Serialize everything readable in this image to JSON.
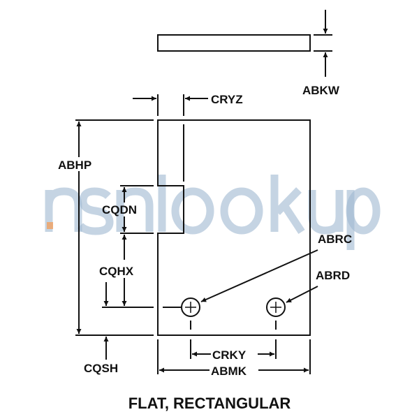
{
  "watermark": "nsnlookup",
  "title": "FLAT, RECTANGULAR",
  "labels": {
    "abkw": "ABKW",
    "cryz": "CRYZ",
    "abhp": "ABHP",
    "cqdn": "CQDN",
    "cqhx": "CQHX",
    "cqsh": "CQSH",
    "abrc": "ABRC",
    "abrd": "ABRD",
    "crky": "CRKY",
    "abmk": "ABMK"
  },
  "colors": {
    "line": "#111111",
    "watermark": "#9fb8d0",
    "watermark_accent": "#f0a060"
  }
}
